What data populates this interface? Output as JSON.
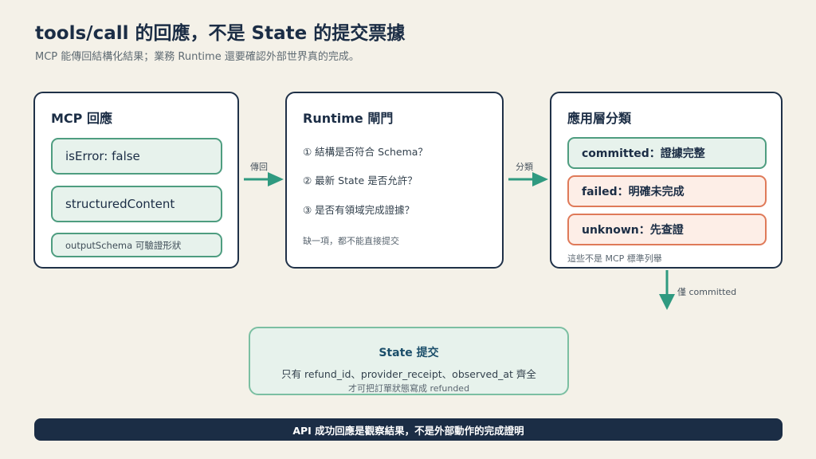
{
  "header": {
    "title": "tools/call 的回應，不是 State 的提交票據",
    "subtitle": "MCP 能傳回結構化結果；業務 Runtime 還要確認外部世界真的完成。"
  },
  "mcp_card": {
    "title": "MCP 回應",
    "items": [
      "isError: false",
      "structuredContent",
      "outputSchema 可驗證形狀"
    ]
  },
  "arrow1_label": "傳回",
  "runtime_card": {
    "title": "Runtime 閘門",
    "questions": [
      "① 結構是否符合 Schema？",
      "② 最新 State 是否允許？",
      "③ 是否有領域完成證據？"
    ],
    "note": "缺一項，都不能直接提交"
  },
  "arrow2_label": "分類",
  "app_card": {
    "title": "應用層分類",
    "items": [
      "committed：證據完整",
      "failed：明確未完成",
      "unknown：先查證"
    ],
    "note": "這些不是 MCP 標準列舉"
  },
  "arrow3_label": "僅 committed",
  "state_box": {
    "title": "State 提交",
    "line": "只有 refund_id、provider_receipt、observed_at 齊全",
    "sub": "才可把訂單狀態寫成 refunded"
  },
  "footer": "API 成功回應是觀察結果，不是外部動作的完成證明",
  "colors": {
    "background": "#f4f1e8",
    "navy": "#1b2d45",
    "green_accent": "#2f9a80",
    "green_fill": "#e7f2ec",
    "red_border": "#df7a59",
    "red_fill": "#fdeee7"
  }
}
